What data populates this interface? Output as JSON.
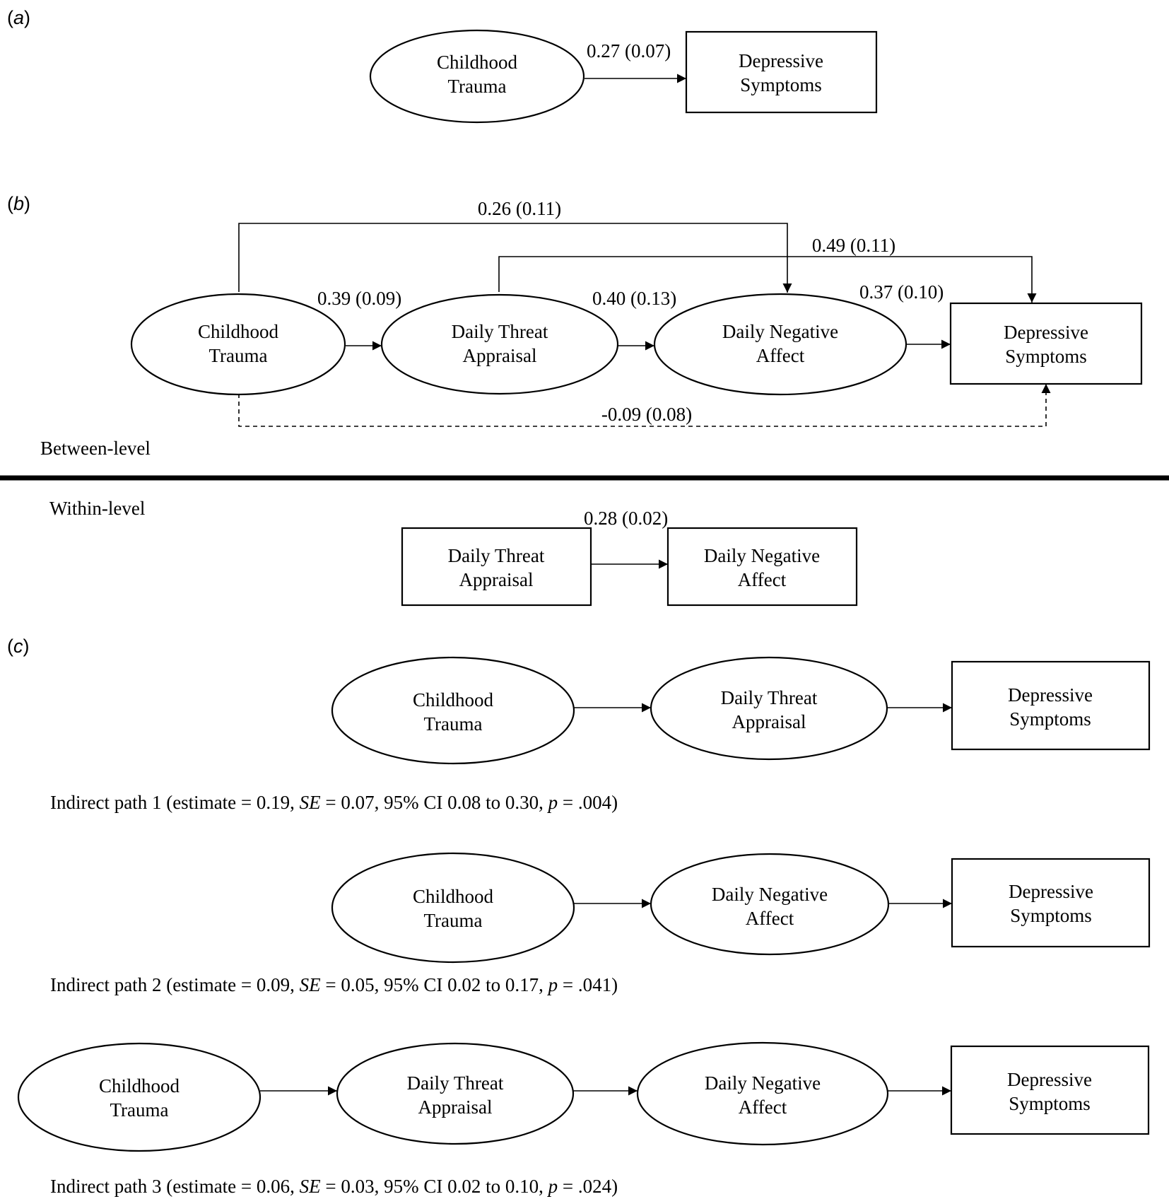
{
  "panels": {
    "a": "a",
    "b": "b",
    "c": "c"
  },
  "labels": {
    "childhood_trauma": [
      "Childhood",
      "Trauma"
    ],
    "daily_threat": [
      "Daily Threat",
      "Appraisal"
    ],
    "daily_neg": [
      "Daily Negative",
      "Affect"
    ],
    "depressive": [
      "Depressive",
      "Symptoms"
    ]
  },
  "levels": {
    "between": "Between-level",
    "within": "Within-level"
  },
  "coefficients": {
    "a_ct_dep": "0.27 (0.07)",
    "b_ct_neg": "0.26 (0.11)",
    "b_threat_dep": "0.49 (0.11)",
    "b_ct_threat": "0.39 (0.09)",
    "b_threat_neg": "0.40 (0.13)",
    "b_neg_dep": "0.37 (0.10)",
    "b_ct_dep": "-0.09 (0.08)",
    "within_threat_neg": "0.28 (0.02)"
  },
  "indirect_paths": [
    {
      "label": "Indirect path 1",
      "estimate": "0.19",
      "se": "0.07",
      "ci": "0.08 to 0.30",
      "p": ".004"
    },
    {
      "label": "Indirect path 2",
      "estimate": "0.09",
      "se": "0.05",
      "ci": "0.02 to 0.17",
      "p": ".041"
    },
    {
      "label": "Indirect path 3",
      "estimate": "0.06",
      "se": "0.03",
      "ci": "0.02 to 0.10",
      "p": ".024"
    }
  ]
}
